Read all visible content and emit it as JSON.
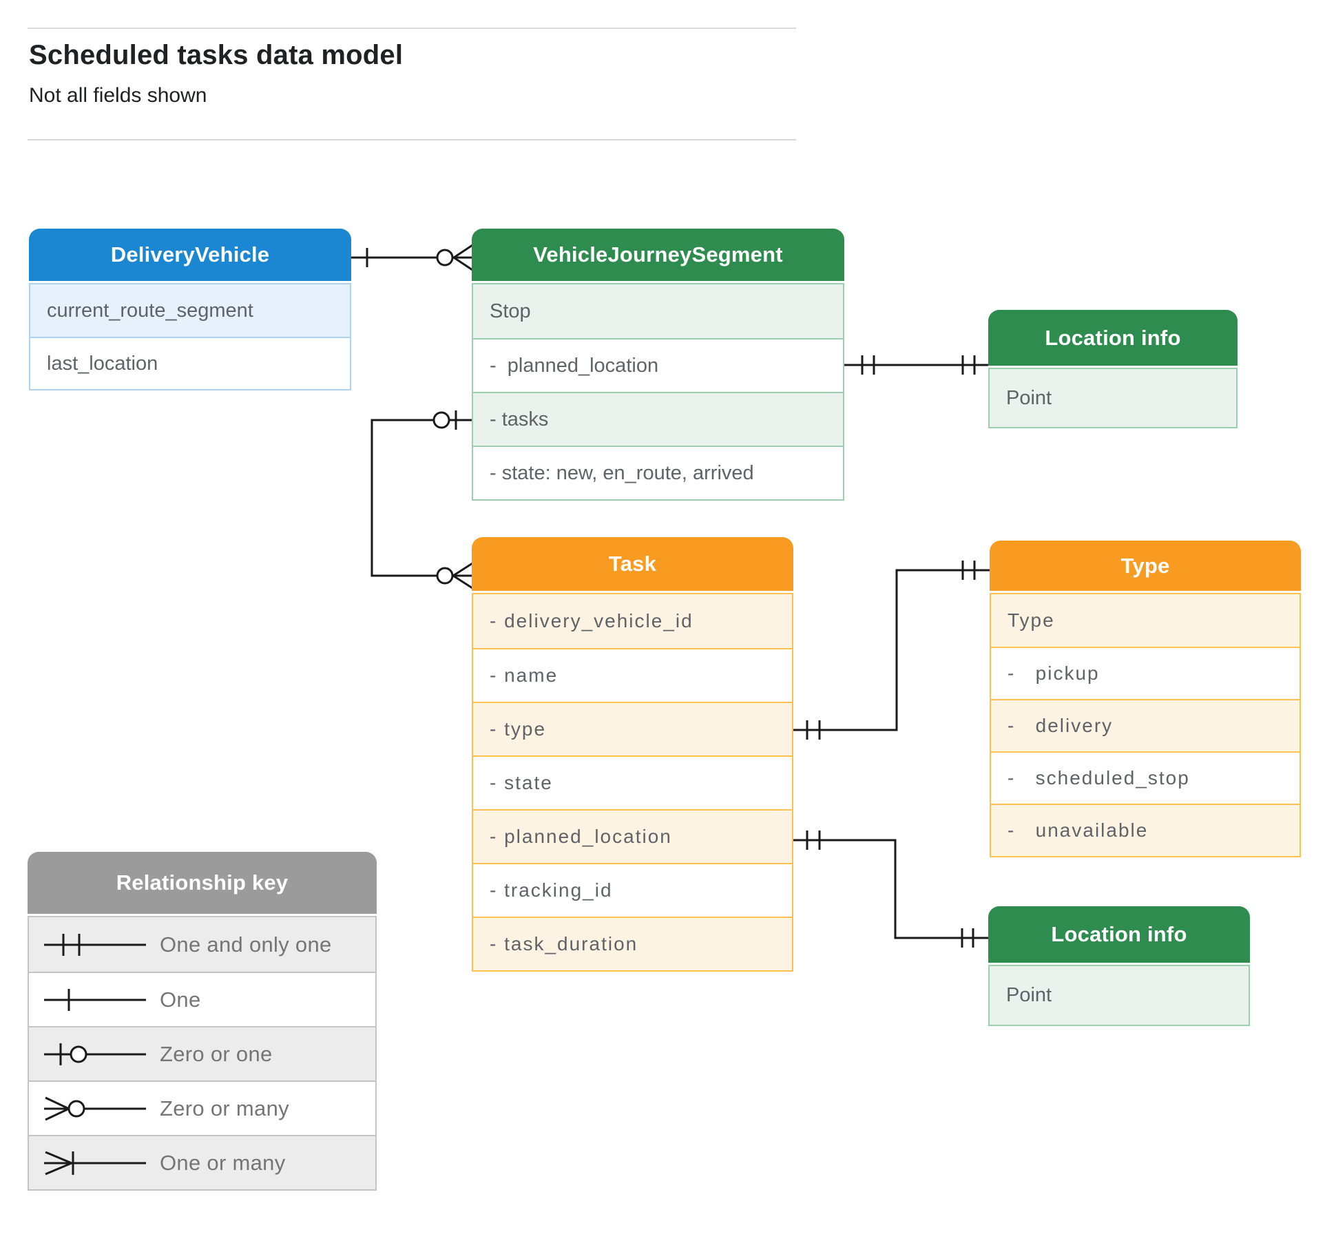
{
  "page": {
    "title": "Scheduled tasks data model",
    "subtitle": "Not all fields shown"
  },
  "colors": {
    "blue": "#1b87d3",
    "blue-light": "#e7f1fb",
    "blue-border": "#aed3f2",
    "green": "#2e8c4f",
    "green-light": "#e9f2ec",
    "green-border": "#9ccfae",
    "orange": "#f89b20",
    "orange-light": "#fdf3e3",
    "orange-border": "#fbc14c",
    "gray": "#9b9b9b",
    "gray-light": "#ececec",
    "gray-border": "#c4c4c4",
    "field-text": "#5f6368",
    "label-text": "#757575",
    "line": "#1a1a1a",
    "title-text": "#202124",
    "rule": "#d9d9d9"
  },
  "entities": {
    "delivery_vehicle": {
      "title": "DeliveryVehicle",
      "fields": [
        "current_route_segment",
        "last_location"
      ]
    },
    "vehicle_journey_segment": {
      "title": "VehicleJourneySegment",
      "fields": [
        "Stop",
        "-  planned_location",
        "- tasks",
        "- state: new, en_route, arrived"
      ]
    },
    "location_info_top": {
      "title": "Location info",
      "fields": [
        "Point"
      ]
    },
    "task": {
      "title": "Task",
      "fields": [
        "- delivery_vehicle_id",
        "- name",
        "- type",
        "- state",
        "- planned_location",
        "- tracking_id",
        "- task_duration"
      ]
    },
    "type": {
      "title": "Type",
      "fields": [
        "Type",
        "-   pickup",
        "-   delivery",
        "-   scheduled_stop",
        "-   unavailable"
      ]
    },
    "location_info_bottom": {
      "title": "Location info",
      "fields": [
        "Point"
      ]
    }
  },
  "legend": {
    "title": "Relationship key",
    "items": [
      {
        "symbol": "one-and-only-one",
        "label": "One and only one"
      },
      {
        "symbol": "one",
        "label": "One"
      },
      {
        "symbol": "zero-or-one",
        "label": "Zero or one"
      },
      {
        "symbol": "zero-or-many",
        "label": "Zero or many"
      },
      {
        "symbol": "one-or-many",
        "label": "One or many"
      }
    ]
  },
  "relationships": [
    {
      "from": "DeliveryVehicle",
      "to": "VehicleJourneySegment",
      "from_cardinality": "one",
      "to_cardinality": "zero-or-many"
    },
    {
      "from": "VehicleJourneySegment.planned_location",
      "to": "Location info (top)",
      "from_cardinality": "one-and-only-one",
      "to_cardinality": "one-and-only-one"
    },
    {
      "from": "VehicleJourneySegment.tasks",
      "to": "Task",
      "from_cardinality": "zero-or-one",
      "to_cardinality": "zero-or-many"
    },
    {
      "from": "Task.type",
      "to": "Type",
      "from_cardinality": "one-and-only-one",
      "to_cardinality": "one-and-only-one"
    },
    {
      "from": "Task.planned_location",
      "to": "Location info (bottom)",
      "from_cardinality": "one-and-only-one",
      "to_cardinality": "one-and-only-one"
    }
  ]
}
